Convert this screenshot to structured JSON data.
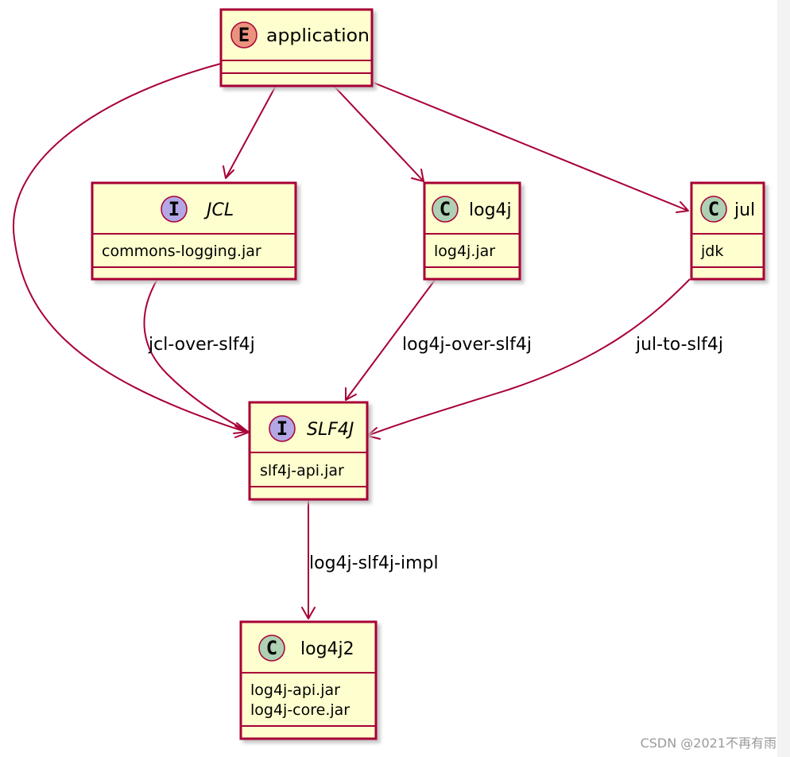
{
  "diagram": {
    "colors": {
      "box_fill": "#fefece",
      "border": "#a80036",
      "entity_badge": "#eb937f",
      "interface_badge": "#b4a7e5",
      "class_badge": "#add1b2",
      "shadow": "#bfbfbf"
    },
    "nodes": {
      "application": {
        "kind": "entity",
        "badge": "E",
        "title": "application",
        "members": []
      },
      "jcl": {
        "kind": "interface",
        "badge": "I",
        "title": "JCL",
        "members": [
          "commons-logging.jar"
        ]
      },
      "log4j": {
        "kind": "class",
        "badge": "C",
        "title": "log4j",
        "members": [
          "log4j.jar"
        ]
      },
      "jul": {
        "kind": "class",
        "badge": "C",
        "title": "jul",
        "members": [
          "jdk"
        ]
      },
      "slf4j": {
        "kind": "interface",
        "badge": "I",
        "title": "SLF4J",
        "members": [
          "slf4j-api.jar"
        ]
      },
      "log4j2": {
        "kind": "class",
        "badge": "C",
        "title": "log4j2",
        "members": [
          "log4j-api.jar",
          "log4j-core.jar"
        ]
      }
    },
    "edges": [
      {
        "from": "application",
        "to": "jcl",
        "label": ""
      },
      {
        "from": "application",
        "to": "log4j",
        "label": ""
      },
      {
        "from": "application",
        "to": "jul",
        "label": ""
      },
      {
        "from": "application",
        "to": "slf4j",
        "label": ""
      },
      {
        "from": "jcl",
        "to": "slf4j",
        "label": "jcl-over-slf4j"
      },
      {
        "from": "log4j",
        "to": "slf4j",
        "label": "log4j-over-slf4j"
      },
      {
        "from": "jul",
        "to": "slf4j",
        "label": "jul-to-slf4j"
      },
      {
        "from": "slf4j",
        "to": "log4j2",
        "label": "log4j-slf4j-impl"
      }
    ]
  },
  "watermark": "CSDN @2021不再有雨"
}
